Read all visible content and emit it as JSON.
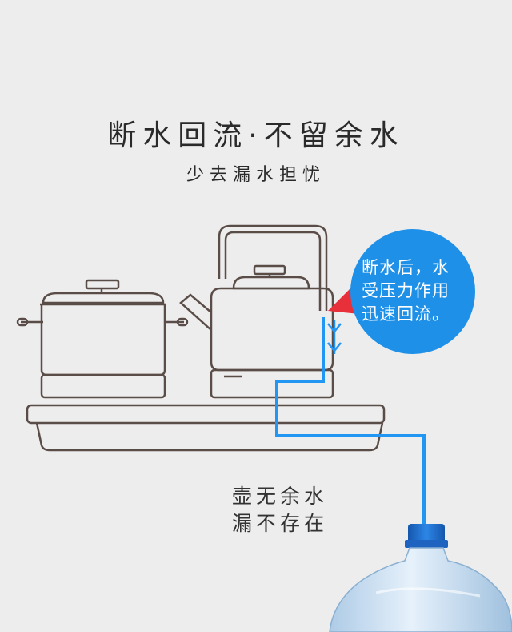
{
  "heading": {
    "title": "断水回流·不留余水",
    "subtitle": "少去漏水担忧"
  },
  "callout": {
    "lines": [
      "断水后，水",
      "受压力作用",
      "迅速回流。"
    ],
    "bubble_color": "#1e90e8",
    "pointer_color": "#e8303a"
  },
  "note": {
    "lines": [
      "壶无余水",
      "漏不存在"
    ]
  },
  "colors": {
    "background": "#ededed",
    "line_art": "#5a4c47",
    "water_pipe": "#2196f3",
    "bottle_cap": "#1f6fd1"
  }
}
